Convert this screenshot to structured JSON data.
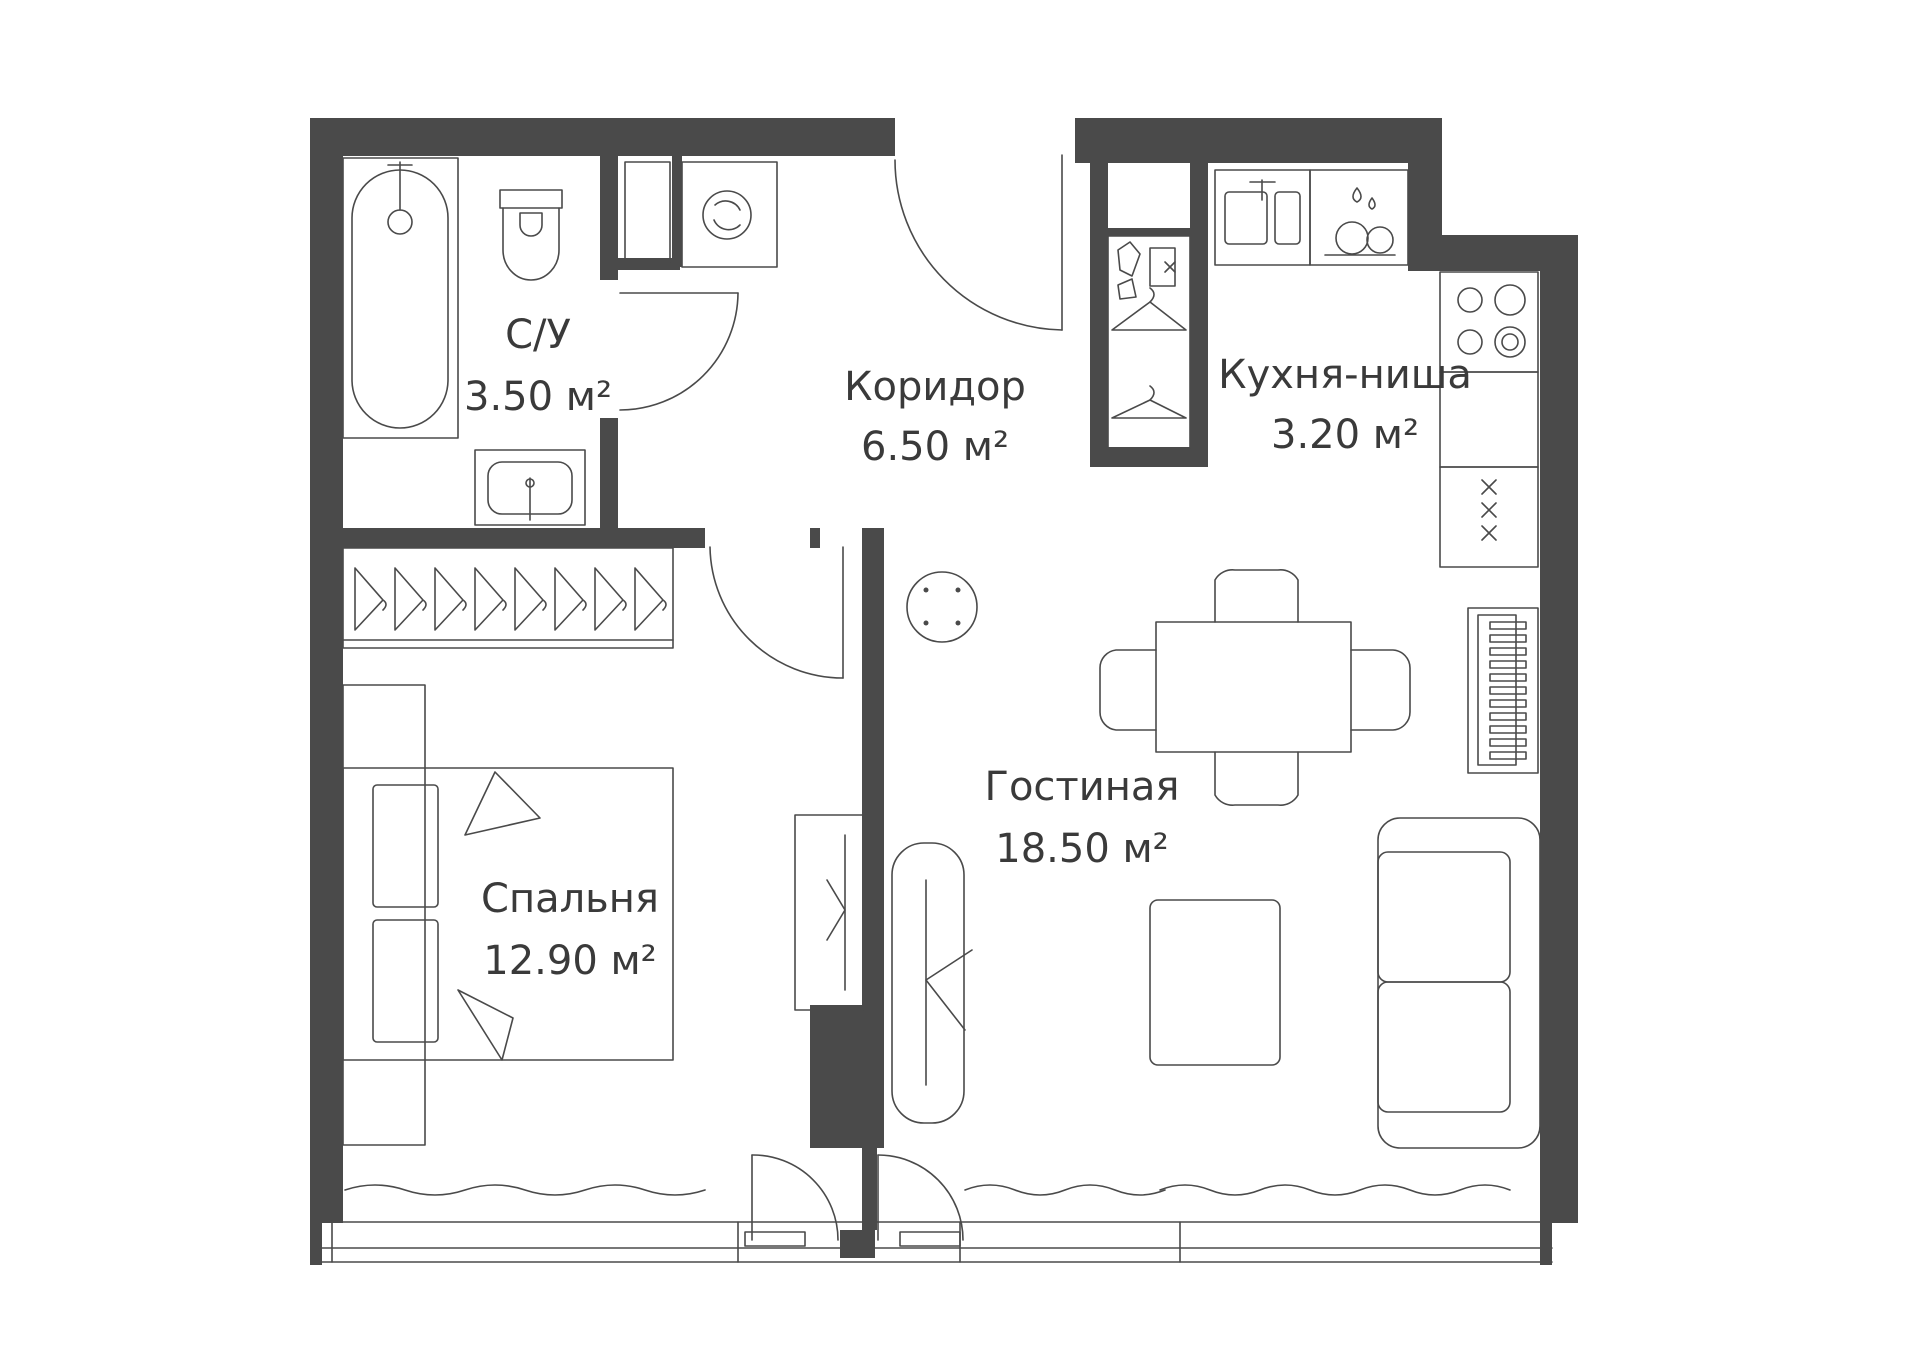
{
  "floorplan": {
    "rooms": [
      {
        "key": "bathroom",
        "name": "С/У",
        "area": "3.50 м²"
      },
      {
        "key": "corridor",
        "name": "Коридор",
        "area": "6.50 м²"
      },
      {
        "key": "kitchen",
        "name": "Кухня-ниша",
        "area": "3.20 м²"
      },
      {
        "key": "living",
        "name": "Гостиная",
        "area": "18.50 м²"
      },
      {
        "key": "bedroom",
        "name": "Спальня",
        "area": "12.90 м²"
      }
    ],
    "colors": {
      "wall": "#4a4a4a",
      "line": "#4a4a4a",
      "text": "#3a3a3a",
      "background": "#ffffff"
    },
    "icons": [
      "bathtub-icon",
      "toilet-icon",
      "sink-icon",
      "washing-machine-icon",
      "kitchen-sink-icon",
      "dishwasher-icon",
      "cooktop-icon",
      "table-icon",
      "chair-icon",
      "bed-icon",
      "sofa-icon",
      "hanger-icon",
      "door-icon",
      "window-icon",
      "radiator-icon",
      "curtain-icon"
    ]
  }
}
